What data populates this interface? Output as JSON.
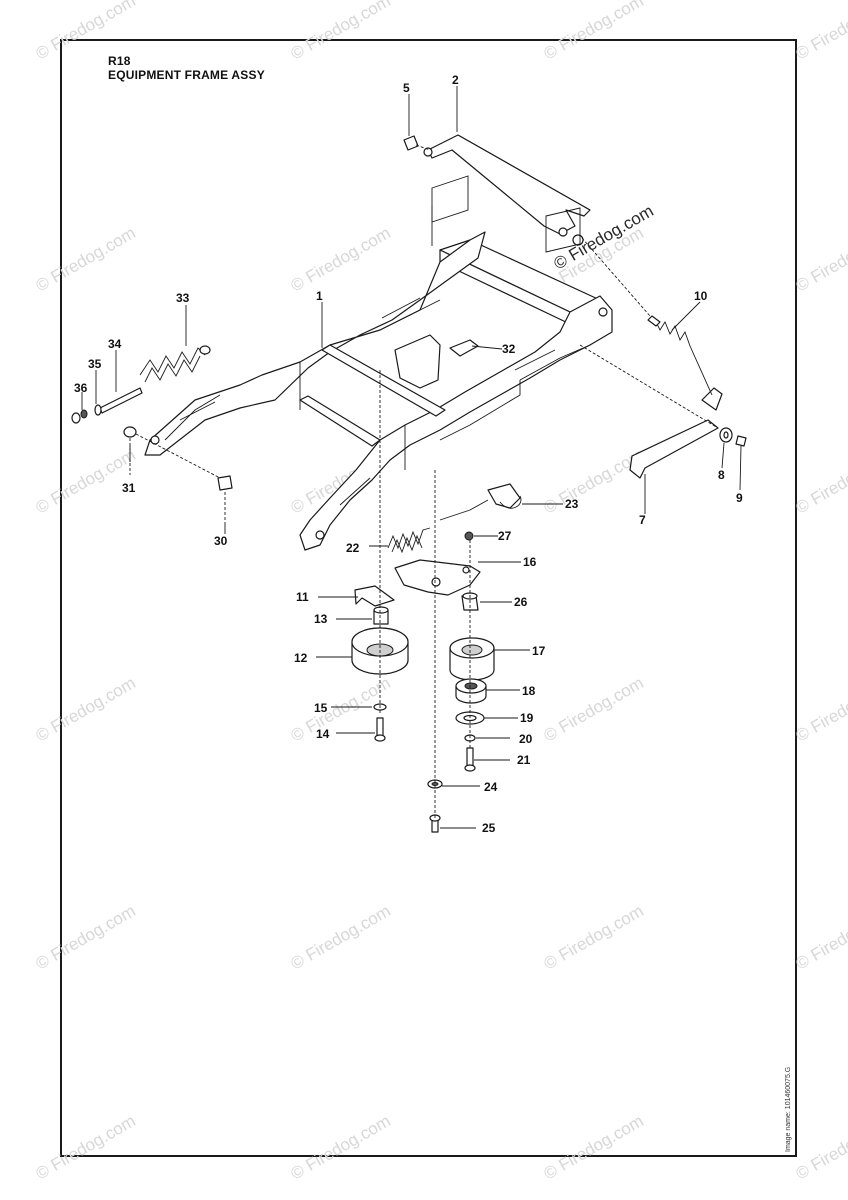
{
  "header": {
    "ref": "R18",
    "title": "EQUIPMENT FRAME ASSY"
  },
  "image_name": "Image name: 101460075.G",
  "watermark": {
    "text": "© Firedog.com",
    "color": "#d7d7d7"
  },
  "callouts": [
    {
      "id": "5",
      "label": "5"
    },
    {
      "id": "2",
      "label": "2"
    },
    {
      "id": "10",
      "label": "10"
    },
    {
      "id": "33",
      "label": "33"
    },
    {
      "id": "1",
      "label": "1"
    },
    {
      "id": "32",
      "label": "32"
    },
    {
      "id": "34",
      "label": "34"
    },
    {
      "id": "35",
      "label": "35"
    },
    {
      "id": "36",
      "label": "36"
    },
    {
      "id": "31",
      "label": "31"
    },
    {
      "id": "30",
      "label": "30"
    },
    {
      "id": "8",
      "label": "8"
    },
    {
      "id": "9",
      "label": "9"
    },
    {
      "id": "7",
      "label": "7"
    },
    {
      "id": "23",
      "label": "23"
    },
    {
      "id": "27",
      "label": "27"
    },
    {
      "id": "22",
      "label": "22"
    },
    {
      "id": "16",
      "label": "16"
    },
    {
      "id": "11",
      "label": "11"
    },
    {
      "id": "26",
      "label": "26"
    },
    {
      "id": "13",
      "label": "13"
    },
    {
      "id": "17",
      "label": "17"
    },
    {
      "id": "12",
      "label": "12"
    },
    {
      "id": "18",
      "label": "18"
    },
    {
      "id": "15",
      "label": "15"
    },
    {
      "id": "19",
      "label": "19"
    },
    {
      "id": "14",
      "label": "14"
    },
    {
      "id": "20",
      "label": "20"
    },
    {
      "id": "21",
      "label": "21"
    },
    {
      "id": "24",
      "label": "24"
    },
    {
      "id": "25",
      "label": "25"
    }
  ]
}
